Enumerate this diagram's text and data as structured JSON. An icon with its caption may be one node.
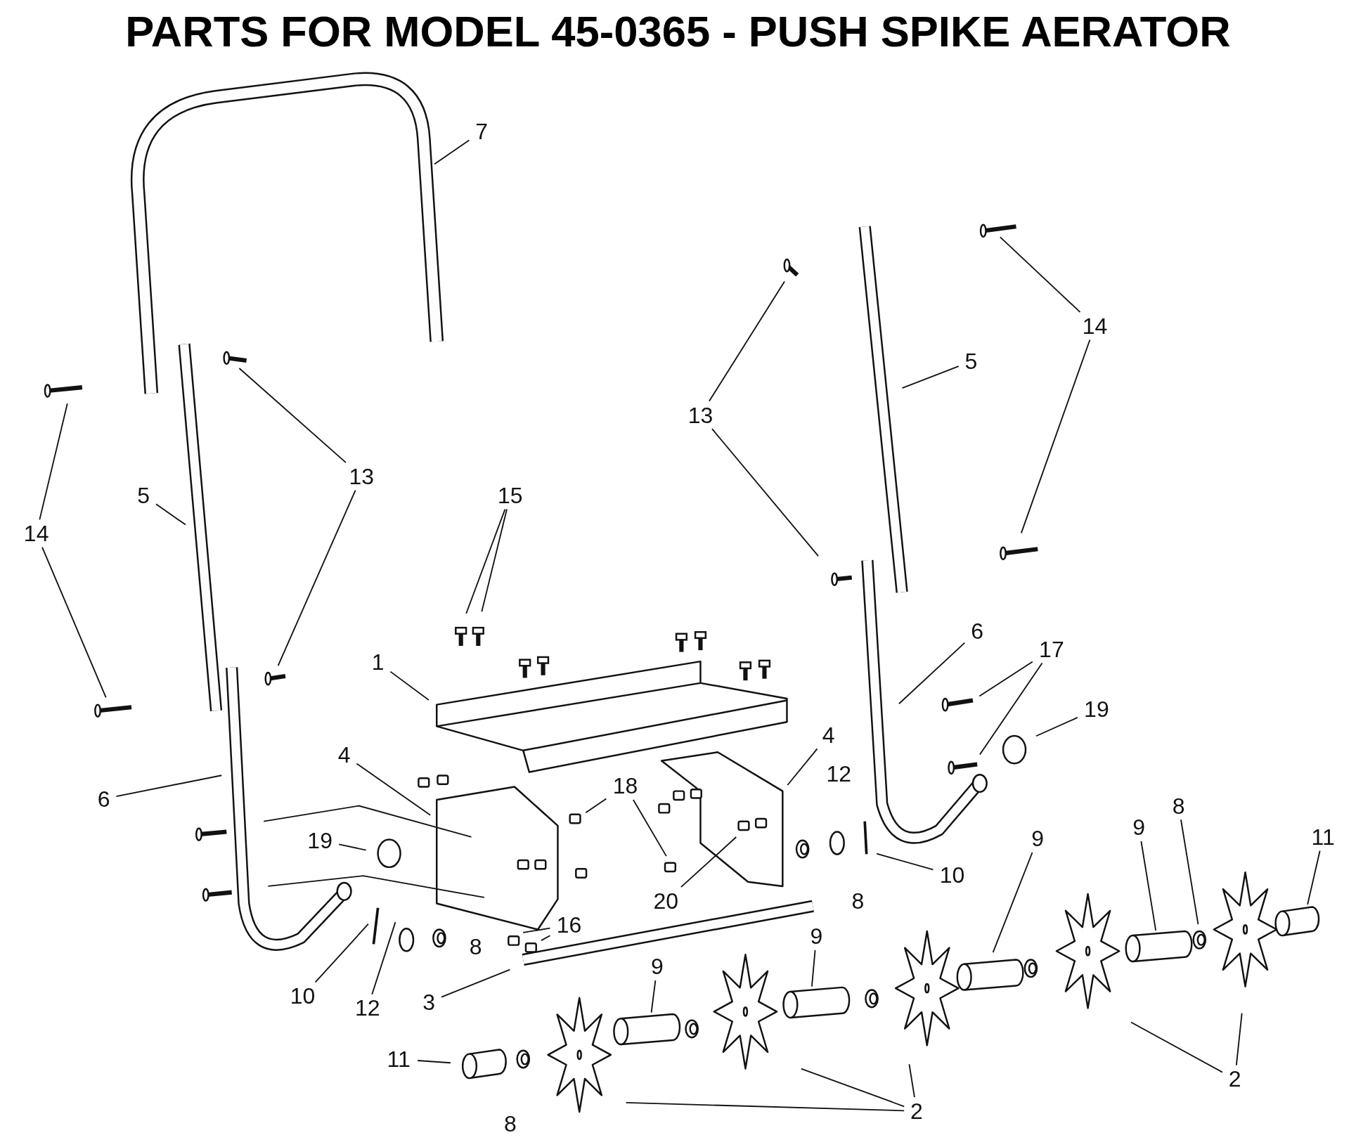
{
  "diagram": {
    "title": "PARTS FOR MODEL 45-0365 - PUSH SPIKE AERATOR",
    "nodes": [
      {
        "text": [
          "7"
        ]
      },
      {
        "text": [
          "14"
        ]
      },
      {
        "text": [
          "5"
        ]
      },
      {
        "text": [
          "13"
        ]
      },
      {
        "text": [
          "13"
        ]
      },
      {
        "text": [
          "14"
        ]
      },
      {
        "text": [
          "5"
        ]
      },
      {
        "text": [
          "15"
        ]
      },
      {
        "text": [
          "6"
        ]
      },
      {
        "text": [
          "17"
        ]
      },
      {
        "text": [
          "1"
        ]
      },
      {
        "text": [
          "19"
        ]
      },
      {
        "text": [
          "4"
        ]
      },
      {
        "text": [
          "4"
        ]
      },
      {
        "text": [
          "18"
        ]
      },
      {
        "text": [
          "6"
        ]
      },
      {
        "text": [
          "19"
        ]
      },
      {
        "text": [
          "16"
        ]
      },
      {
        "text": [
          "20"
        ]
      },
      {
        "text": [
          "10"
        ]
      },
      {
        "text": [
          "9"
        ]
      },
      {
        "text": [
          "9"
        ]
      },
      {
        "text": [
          "8"
        ]
      },
      {
        "text": [
          "11"
        ]
      },
      {
        "text": [
          "10"
        ]
      },
      {
        "text": [
          "12"
        ]
      },
      {
        "text": [
          "3"
        ]
      },
      {
        "text": [
          "9"
        ]
      },
      {
        "text": [
          "9"
        ]
      },
      {
        "text": [
          "11"
        ]
      },
      {
        "text": [
          "2"
        ]
      },
      {
        "text": [
          "2"
        ]
      }
    ],
    "edges": [
      {
        "from": 0,
        "to": null,
        "arrow": "none"
      },
      {
        "from": 1,
        "to": null,
        "arrow": "none"
      },
      {
        "from": 1,
        "to": null,
        "arrow": "none"
      },
      {
        "from": 2,
        "to": null,
        "arrow": "none"
      },
      {
        "from": 3,
        "to": null,
        "arrow": "none"
      },
      {
        "from": 3,
        "to": null,
        "arrow": "none"
      },
      {
        "from": 4,
        "to": null,
        "arrow": "none"
      },
      {
        "from": 4,
        "to": null,
        "arrow": "none"
      },
      {
        "from": 5,
        "to": null,
        "arrow": "none"
      },
      {
        "from": 5,
        "to": null,
        "arrow": "none"
      },
      {
        "from": 6,
        "to": null,
        "arrow": "none"
      },
      {
        "from": 7,
        "to": null,
        "arrow": "none"
      },
      {
        "from": 7,
        "to": null,
        "arrow": "none"
      },
      {
        "from": 8,
        "to": null,
        "arrow": "none"
      },
      {
        "from": 9,
        "to": null,
        "arrow": "none"
      },
      {
        "from": 9,
        "to": null,
        "arrow": "none"
      },
      {
        "from": 10,
        "to": null,
        "arrow": "none"
      },
      {
        "from": 11,
        "to": null,
        "arrow": "none"
      },
      {
        "from": 12,
        "to": null,
        "arrow": "none"
      },
      {
        "from": 13,
        "to": null,
        "arrow": "none"
      },
      {
        "from": 14,
        "to": null,
        "arrow": "none"
      },
      {
        "from": 14,
        "to": null,
        "arrow": "none"
      },
      {
        "from": 15,
        "to": null,
        "arrow": "none"
      },
      {
        "from": 16,
        "to": null,
        "arrow": "none"
      },
      {
        "from": 17,
        "to": null,
        "arrow": "none"
      },
      {
        "from": 17,
        "to": null,
        "arrow": "none"
      },
      {
        "from": 18,
        "to": null,
        "arrow": "none"
      },
      {
        "from": 19,
        "to": null,
        "arrow": "none"
      },
      {
        "from": 20,
        "to": null,
        "arrow": "none"
      },
      {
        "from": 21,
        "to": null,
        "arrow": "none"
      },
      {
        "from": 22,
        "to": null,
        "arrow": "none"
      },
      {
        "from": 23,
        "to": null,
        "arrow": "none"
      },
      {
        "from": 24,
        "to": null,
        "arrow": "none"
      },
      {
        "from": 25,
        "to": null,
        "arrow": "none"
      },
      {
        "from": 26,
        "to": null,
        "arrow": "none"
      },
      {
        "from": 27,
        "to": null,
        "arrow": "none"
      },
      {
        "from": 28,
        "to": null,
        "arrow": "none"
      },
      {
        "from": 29,
        "to": null,
        "arrow": "none"
      },
      {
        "from": 30,
        "to": null,
        "arrow": "none"
      },
      {
        "from": 30,
        "to": null,
        "arrow": "none"
      },
      {
        "from": 31,
        "to": null,
        "arrow": "none"
      },
      {
        "from": 31,
        "to": null,
        "arrow": "none"
      },
      {
        "from": 31,
        "to": null,
        "arrow": "none"
      }
    ],
    "labels": [
      "12",
      "8",
      "8",
      "8"
    ]
  }
}
